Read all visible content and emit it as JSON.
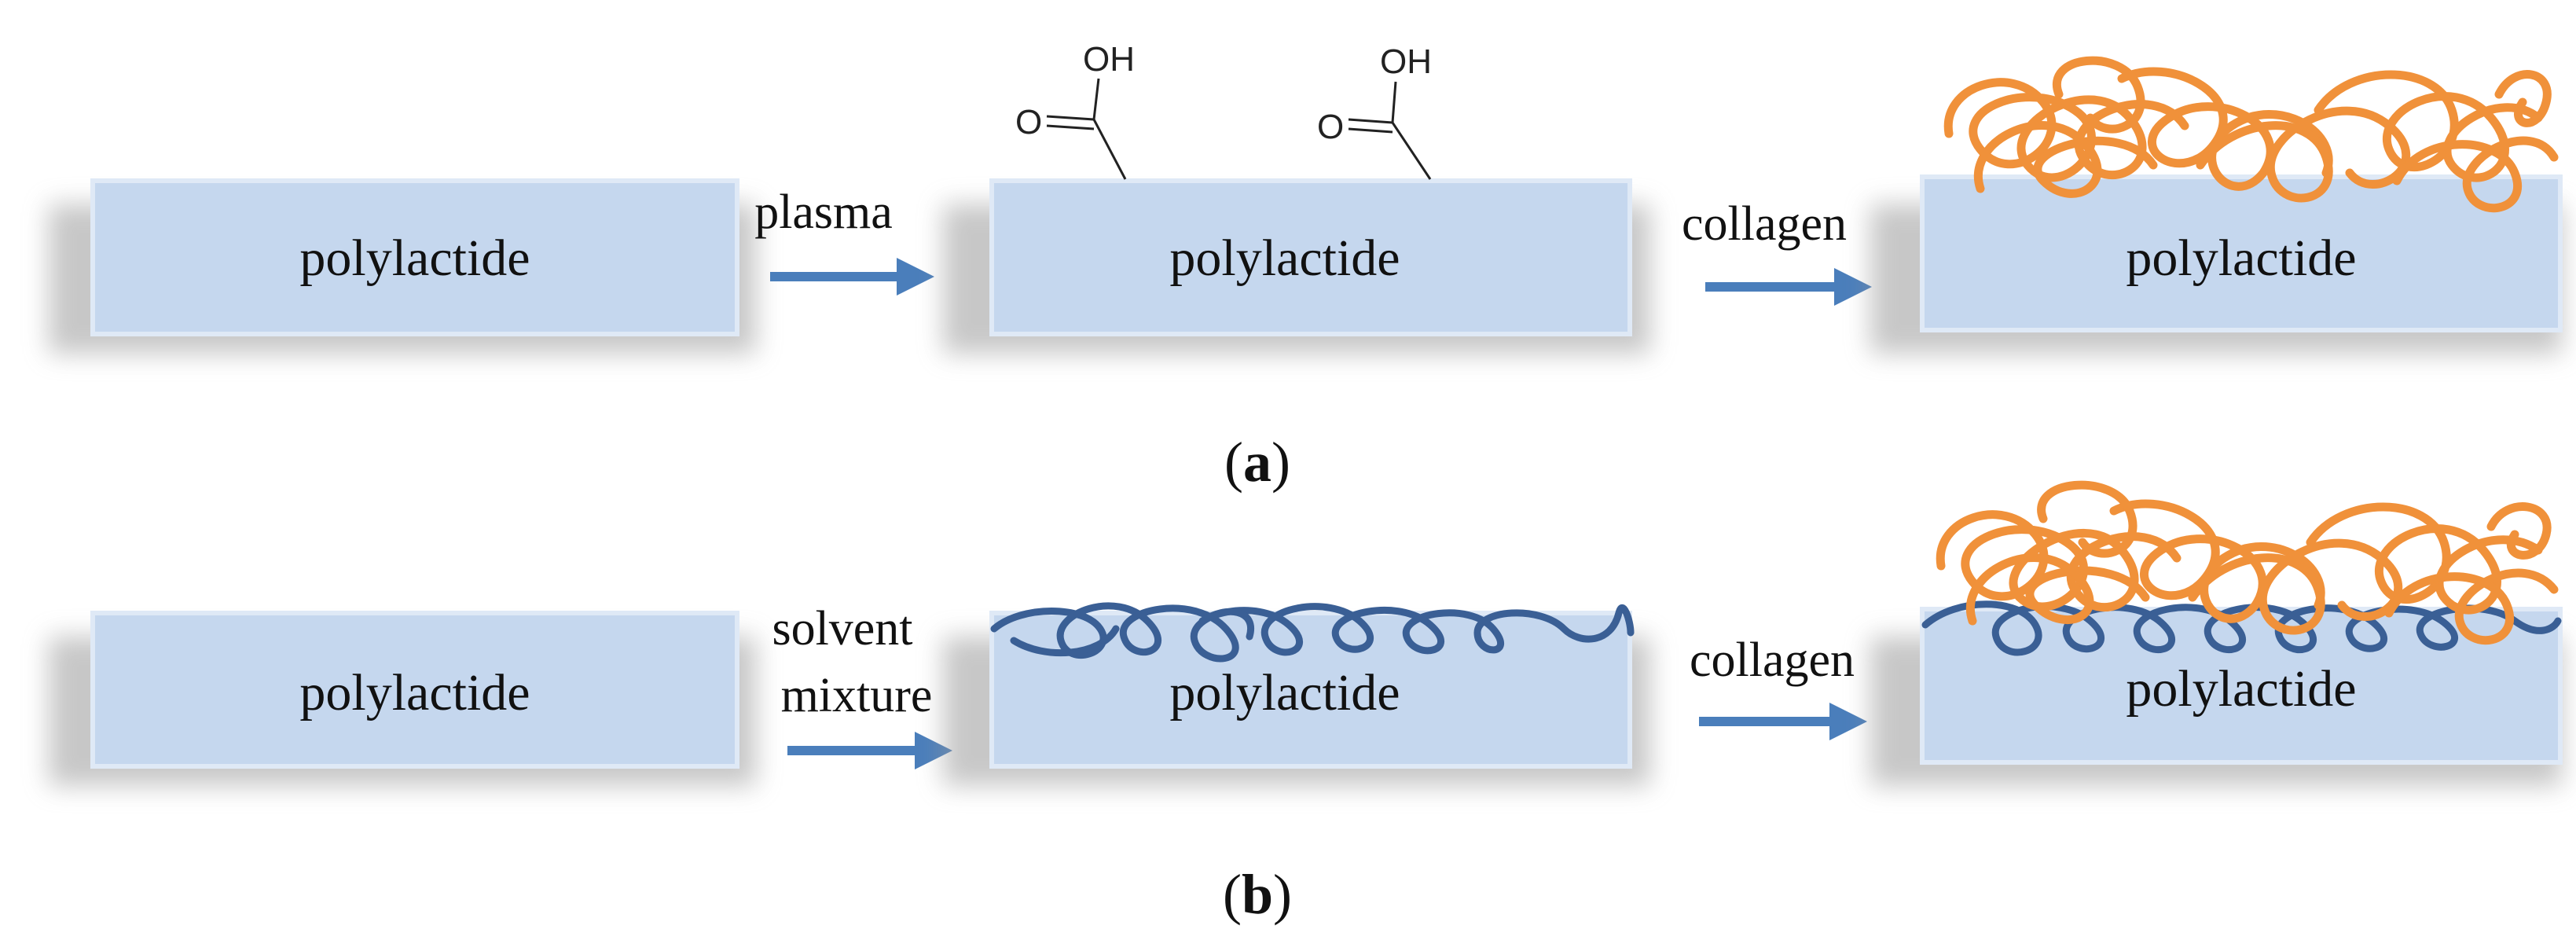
{
  "colors": {
    "slab_fill": "#c5d7ee",
    "slab_edge": "#dfe9f6",
    "arrow": "#4a7ebb",
    "collagen": "#f0913a",
    "polymer_chain": "#3a5f95"
  },
  "panels": [
    {
      "label_open": "(",
      "label_letter": "a",
      "label_close": ")",
      "slabs": [
        "polylactide",
        "polylactide",
        "polylactide"
      ],
      "steps": [
        {
          "lines": [
            "plasma"
          ]
        },
        {
          "lines": [
            "collagen"
          ]
        }
      ],
      "chem_groups": [
        {
          "oh": "OH",
          "o": "O"
        },
        {
          "oh": "OH",
          "o": "O"
        }
      ]
    },
    {
      "label_open": "(",
      "label_letter": "b",
      "label_close": ")",
      "slabs": [
        "polylactide",
        "polylactide",
        "polylactide"
      ],
      "steps": [
        {
          "lines": [
            "solvent",
            "mixture"
          ]
        },
        {
          "lines": [
            "collagen"
          ]
        }
      ]
    }
  ]
}
